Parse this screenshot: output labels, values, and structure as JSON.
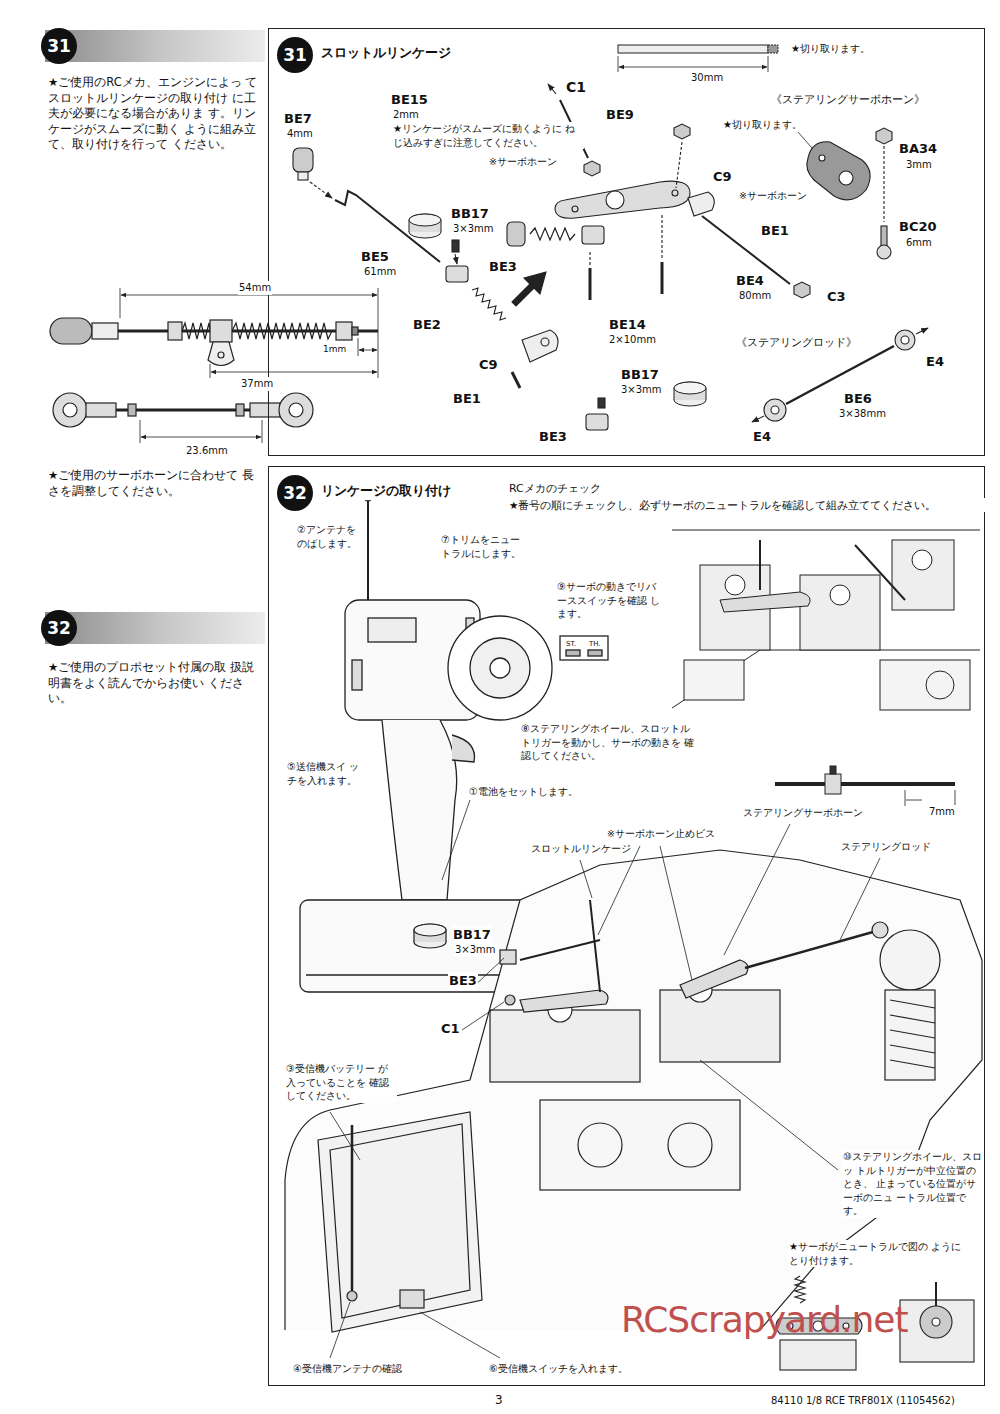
{
  "diagram": {
    "nodes": [
      {
        "text": [
          "31"
        ]
      },
      {
        "text": [
          "31",
          "スロットルリンケージ"
        ]
      },
      {
        "text": [
          "32"
        ]
      },
      {
        "text": [
          "32",
          "リンケージの取り付け"
        ]
      }
    ],
    "labels": [
      "★ご使用のRCメカ、エンジンによっ てスロットルリンケージの取り付け に工夫が必要になる場合がありま す。リンケージがスムーズに動く ように組み立て、取り付けを行って ください。",
      "54mm",
      "37mm",
      "1mm",
      "23.6mm",
      "★ご使用のサーボホーンに合わせて 長さを調整してください。",
      "★ご使用のプロポセット付属の取 扱説明書をよく読んでからお使い ください。",
      "C1",
      "BE9",
      "30mm",
      "★切り取ります。",
      "BE15",
      "2mm",
      "★リンケージがスムーズに動くように ねじ込みすぎに注意してください。",
      "BE7",
      "4mm",
      "※サーボホーン",
      "《ステアリングサーボホーン》",
      "★切り取ります。",
      "BA34",
      "3mm",
      "※サーボホーン",
      "BC20",
      "6mm",
      "C9",
      "BE1",
      "BB17",
      "3×3mm",
      "BE5",
      "61mm",
      "BE3",
      "BE2",
      "BE4",
      "80mm",
      "C3",
      "BE14",
      "2×10mm",
      "C9",
      "BE1",
      "BB17",
      "3×3mm",
      "BE3",
      "《ステアリングロッド》",
      "E4",
      "BE6",
      "3×38mm",
      "E4",
      "RCメカのチェック",
      "★番号の順にチェックし、必ずサーボのニュートラルを確認して組み立ててください。",
      "②アンテナを のばします。",
      "⑦トリムをニュー トラルにします。",
      "⑨サーボの動きでリバ ーススイッチを確認 します。",
      "ST.",
      "TH.",
      "⑧ステアリングホイール、スロットル トリガーを動かし、サーボの動きを 確認してください。",
      "⑤送信機スイ ッチを入れます。",
      "①電池をセットします。",
      "※サーボホーン止めビス",
      "ステアリングサーボホーン",
      "スロットルリンケージ",
      "ステアリングロッド",
      "7mm",
      "BB17",
      "3×3mm",
      "BE3",
      "C1",
      "③受信機バッテリー が入っていることを 確認してください。",
      "⑩ステアリングホイール、スロッ トルトリガーが中立位置のとき、 止まっている位置がサーボのニュ ートラル位置です。",
      "★サーボがニュートラルで図の ようにとり付けます。",
      "④受信機アンテナの確認",
      "⑥受信機スイッチを入れます。",
      "3",
      "84110 1/8 RCE TRF801X (11054562)",
      "RCScrapyard.net"
    ]
  }
}
